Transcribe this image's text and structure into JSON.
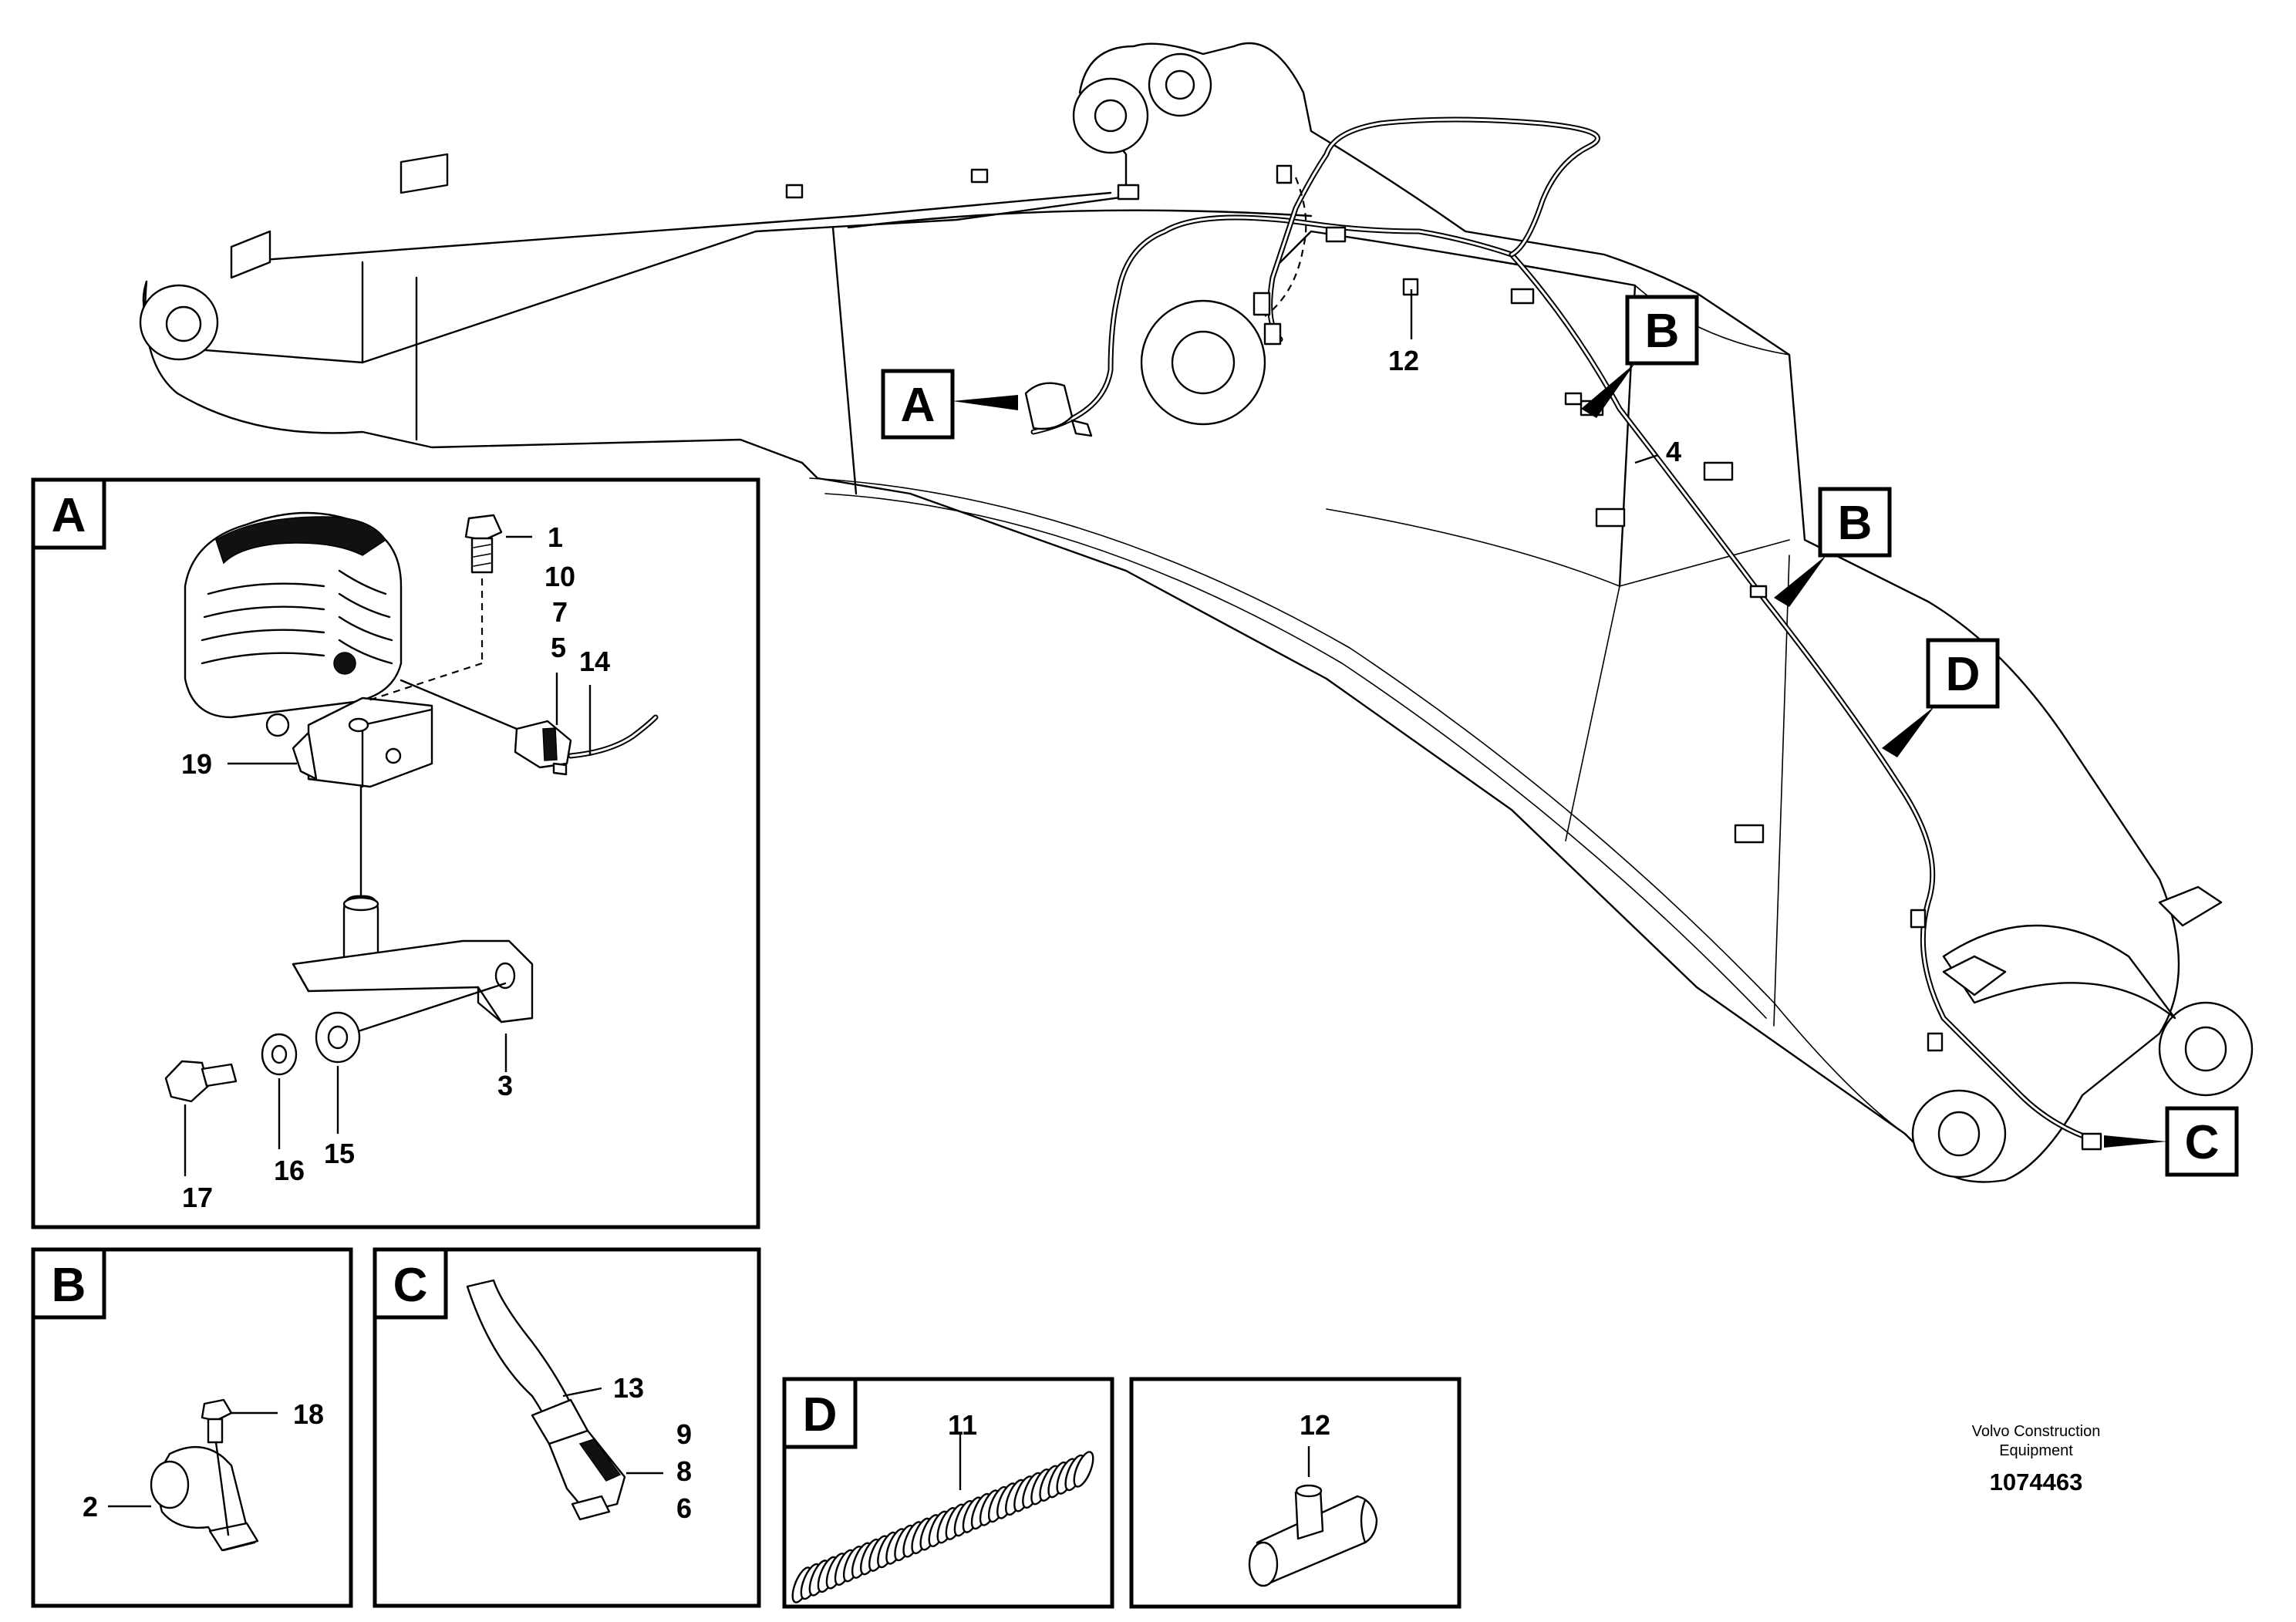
{
  "diagram": {
    "callouts": {
      "A": "A",
      "B": "B",
      "C": "C",
      "D": "D",
      "boom_12": "12",
      "boom_4": "4"
    },
    "panel_A": {
      "label": "A",
      "parts": [
        "1",
        "10",
        "7",
        "5",
        "14",
        "19",
        "3",
        "17",
        "16",
        "15"
      ]
    },
    "panel_B": {
      "label": "B",
      "parts": [
        "18",
        "2"
      ]
    },
    "panel_C": {
      "label": "C",
      "parts": [
        "13",
        "9",
        "8",
        "6"
      ]
    },
    "panel_D": {
      "label": "D",
      "parts": [
        "11"
      ]
    },
    "panel_12": {
      "parts": [
        "12"
      ]
    },
    "footer": {
      "brand_line1": "Volvo Construction",
      "brand_line2": "Equipment",
      "drawing_number": "1074463"
    }
  }
}
